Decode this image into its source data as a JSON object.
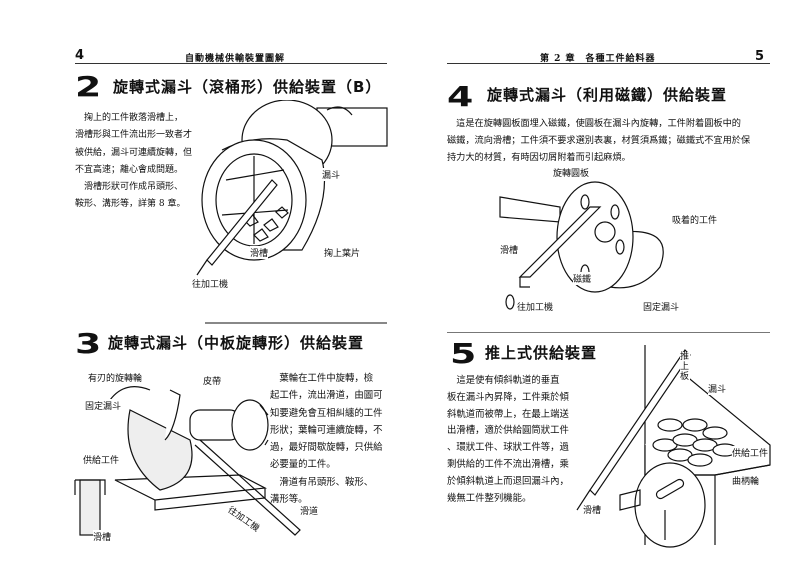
{
  "left_page": {
    "page_number": "4",
    "running_header": "自動機械供輸裝置圖解",
    "section2": {
      "number": "2",
      "title": "旋轉式漏斗（滾桶形）供給裝置（B）",
      "paragraphs": [
        "　掬上的工件散落滑槽上，",
        "滑槽形與工件流出形一致者才",
        "被供給，漏斗可連續旋轉，但",
        "不宜高速；離心會成問題。",
        "　滑槽形狀可作成吊頭形、",
        "鞍形、溝形等，詳第 8 章。"
      ],
      "labels": {
        "hopper": "漏斗",
        "chute": "滑槽",
        "scoop": "掬上葉片",
        "to_machine": "往加工機"
      }
    },
    "section3": {
      "number": "3",
      "title": "旋轉式漏斗（中板旋轉形）供給裝置",
      "paragraphs": [
        "　葉輪在工件中旋轉，檢",
        "起工件，流出滑道，由圖可",
        "知要避免會互相糾纏的工件",
        "形狀；葉輪可連續旋轉，不",
        "過，最好間歇旋轉，只供給",
        "必要量的工件。",
        "　滑道有吊頭形、鞍形、",
        "溝形等。"
      ],
      "labels": {
        "wheel": "有刃的旋轉輪",
        "belt": "皮帶",
        "fixed_hopper": "固定漏斗",
        "supply_work": "供給工件",
        "chute": "滑槽",
        "slide": "滑道",
        "to_machine": "往加工機"
      }
    }
  },
  "right_page": {
    "page_number": "5",
    "running_header": "第 2 章　各種工件給料器",
    "section4": {
      "number": "4",
      "title": "旋轉式漏斗（利用磁鐵）供給裝置",
      "paragraphs": [
        "　這是在旋轉圓板面埋入磁鐵，使圓板在漏斗內旋轉，工件附着圓板中的",
        "磁鐵，流向滑槽；工件須不要求選別表裏，材質須爲鐵；磁鐵式不宜用於保",
        "持力大的材質，有時因切屑附着而引起麻煩。"
      ],
      "labels": {
        "disc": "旋轉圓板",
        "attached": "吸着的工件",
        "chute": "滑槽",
        "magnet": "磁鐵",
        "to_machine": "往加工機",
        "fixed_hopper": "固定漏斗"
      }
    },
    "section5": {
      "number": "5",
      "title": "推上式供給裝置",
      "paragraphs": [
        "　這是使有傾斜軌道的垂直",
        "板在漏斗內昇降，工件乘於傾",
        "斜軌道而被帶上，在最上端送",
        "出滑槽，適於供給圓筒狀工件",
        "、環狀工件、球狀工件等，過",
        "剩供給的工件不流出滑槽，乘",
        "於傾斜軌道上而退回漏斗內，",
        "幾無工件整列機能。"
      ],
      "labels": {
        "push_plate": "推上板",
        "hopper": "漏斗",
        "supply_work": "供給工件",
        "crank": "曲柄輪",
        "chute": "滑槽"
      }
    }
  }
}
